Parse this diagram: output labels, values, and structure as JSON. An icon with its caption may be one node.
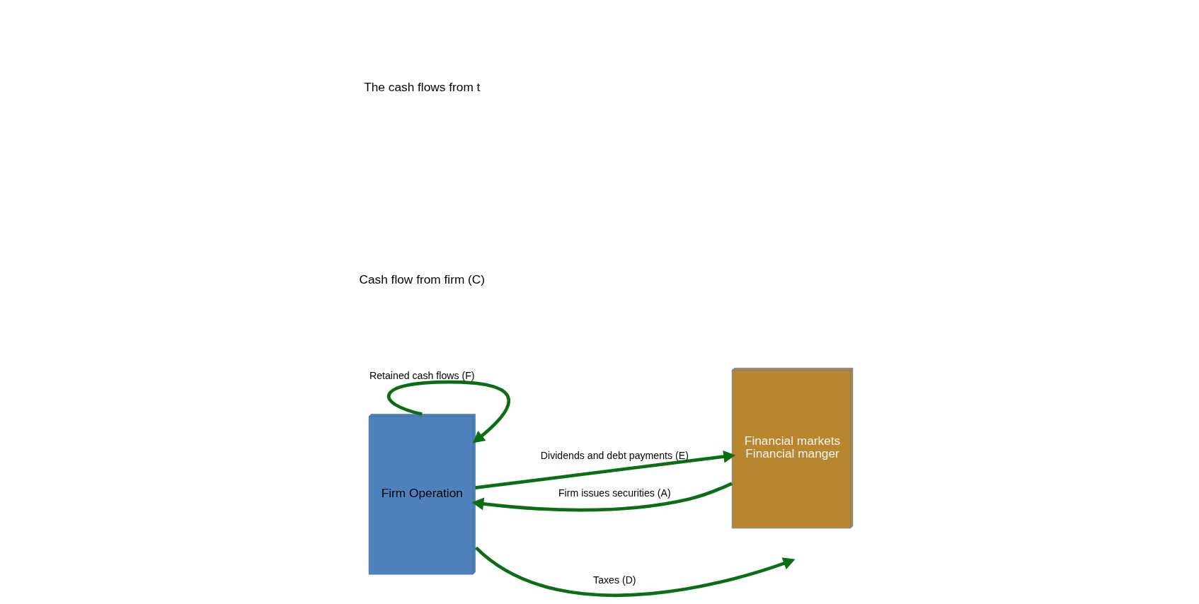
{
  "diagram": {
    "nodes": [
      {
        "text": [
          "Firm Operation"
        ]
      },
      {
        "text": [
          "Financial markets",
          "Financial manger"
        ]
      }
    ],
    "edges": [
      {
        "from": 1,
        "to": 0,
        "arrow": "to",
        "label": "Firm issues securities (A)"
      },
      {
        "from": 0,
        "to": 1,
        "arrow": "to",
        "label": "Dividends and debt payments (E)"
      },
      {
        "from": 0,
        "to": null,
        "arrow": "to",
        "label": "Taxes (D)"
      },
      {
        "from": 0,
        "to": 0,
        "arrow": "to",
        "label": "Retained cash flows (F)"
      }
    ],
    "labels": [
      "Cash flow from firm (C)",
      "The cash flows from t"
    ]
  }
}
